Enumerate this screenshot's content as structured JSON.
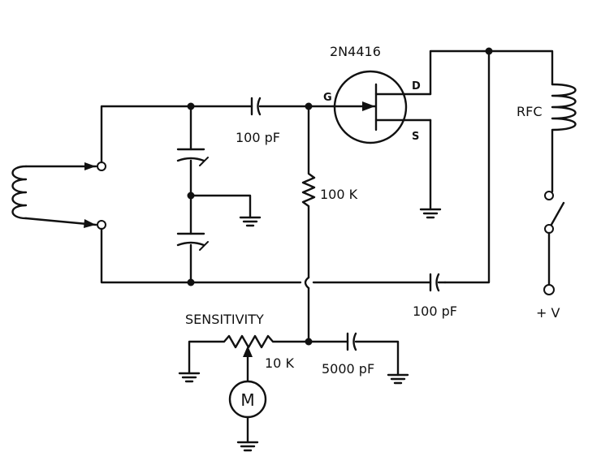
{
  "transistor": {
    "part_number": "2N4416",
    "gate_label": "G",
    "drain_label": "D",
    "source_label": "S"
  },
  "capacitors": {
    "coupling_gate": "100 pF",
    "coupling_rfc": "100 pF",
    "bypass": "5000 pF"
  },
  "resistors": {
    "gate": "100 K",
    "sensitivity_value": "10 K",
    "sensitivity_label": "SENSITIVITY"
  },
  "choke": {
    "label": "RFC"
  },
  "supply": {
    "label": "+ V"
  },
  "meter": {
    "label": "M"
  },
  "colors": {
    "ink": "#111111",
    "paper": "#ffffff"
  }
}
